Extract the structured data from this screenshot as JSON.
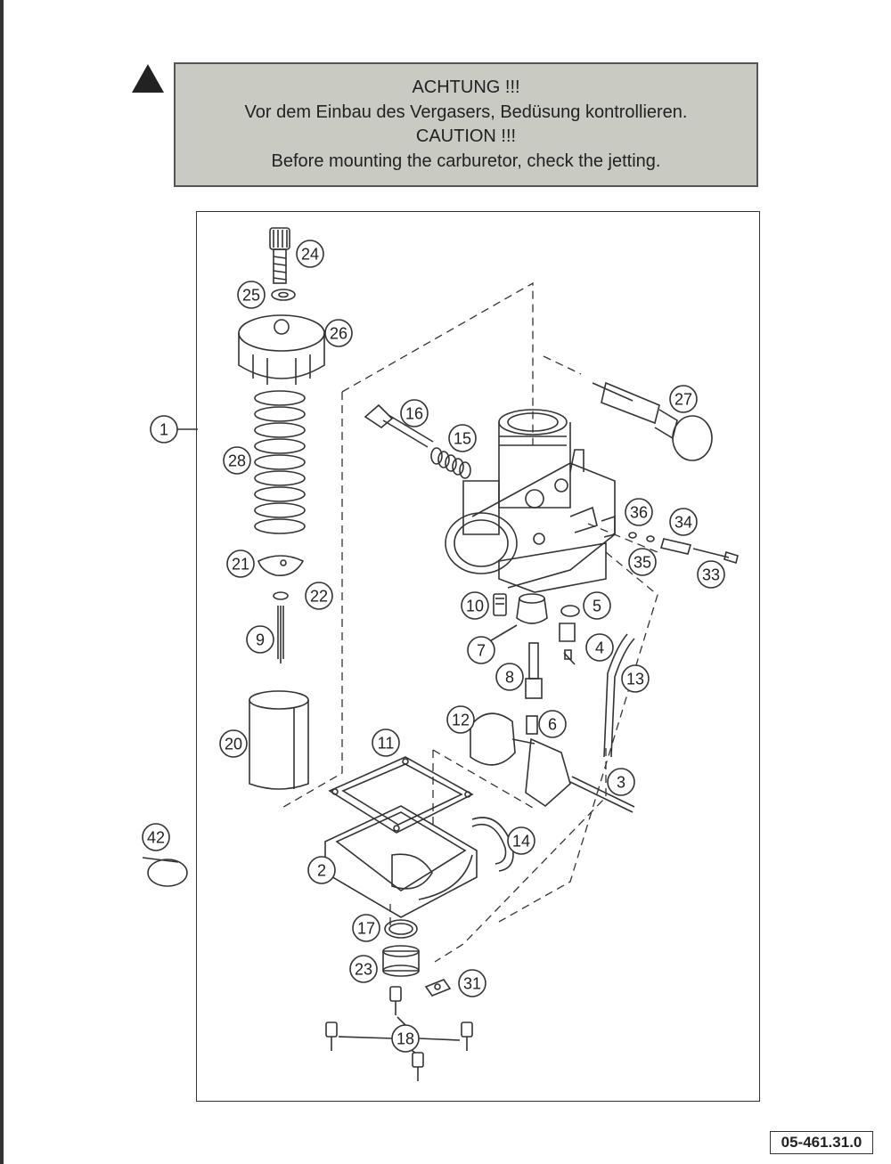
{
  "caution": {
    "line1": "ACHTUNG !!!",
    "line2": "Vor dem Einbau des Vergasers, Bedüsung kontrollieren.",
    "line3": "CAUTION !!!",
    "line4": "Before mounting the carburetor, check the jetting."
  },
  "warning_icon": "warning-triangle-icon",
  "callouts": [
    {
      "n": "1"
    },
    {
      "n": "2"
    },
    {
      "n": "3"
    },
    {
      "n": "4"
    },
    {
      "n": "5"
    },
    {
      "n": "6"
    },
    {
      "n": "7"
    },
    {
      "n": "8"
    },
    {
      "n": "9"
    },
    {
      "n": "10"
    },
    {
      "n": "11"
    },
    {
      "n": "12"
    },
    {
      "n": "13"
    },
    {
      "n": "14"
    },
    {
      "n": "15"
    },
    {
      "n": "16"
    },
    {
      "n": "17"
    },
    {
      "n": "18"
    },
    {
      "n": "20"
    },
    {
      "n": "21"
    },
    {
      "n": "22"
    },
    {
      "n": "23"
    },
    {
      "n": "24"
    },
    {
      "n": "25"
    },
    {
      "n": "26"
    },
    {
      "n": "27"
    },
    {
      "n": "28"
    },
    {
      "n": "31"
    },
    {
      "n": "33"
    },
    {
      "n": "34"
    },
    {
      "n": "35"
    },
    {
      "n": "36"
    },
    {
      "n": "42"
    }
  ],
  "part_number": "05-461.31.0",
  "colors": {
    "box_fill": "#c9cbc2",
    "ink": "#222222"
  }
}
